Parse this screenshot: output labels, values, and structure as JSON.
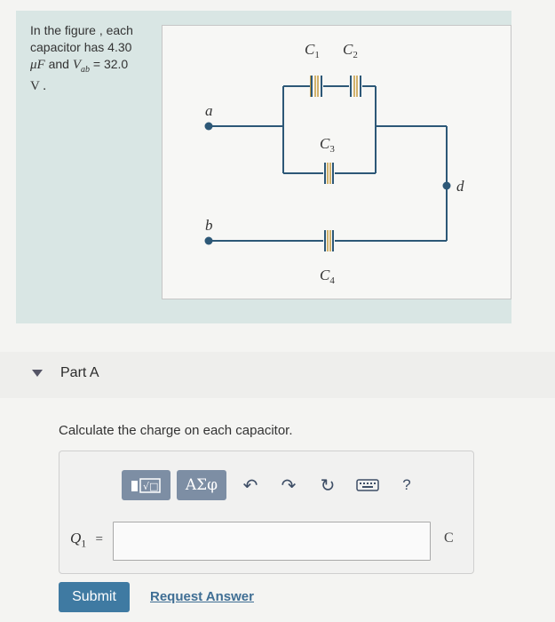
{
  "problem": {
    "text_lines": [
      "In the figure , each",
      "capacitor has 4.30",
      "and",
      "= 32.0"
    ],
    "unit_mu_f": "μF",
    "v_ab_symbol": "V",
    "v_ab_sub": "ab",
    "unit_v": "V .",
    "figure": {
      "c1": "C",
      "c1_sub": "1",
      "c2": "C",
      "c2_sub": "2",
      "c3": "C",
      "c3_sub": "3",
      "c4": "C",
      "c4_sub": "4",
      "node_a": "a",
      "node_b": "b",
      "node_d": "d"
    }
  },
  "part": {
    "label": "Part A"
  },
  "question": "Calculate the charge on each capacitor.",
  "toolbar": {
    "templates_icon": "template-icon",
    "symbols_label": "ΑΣφ",
    "undo_icon": "undo-icon",
    "redo_icon": "redo-icon",
    "reset_icon": "reset-icon",
    "keyboard_icon": "keyboard-icon",
    "help_label": "?"
  },
  "answer": {
    "label": "Q",
    "label_sub": "1",
    "equals": "=",
    "value": "",
    "unit": "C"
  },
  "actions": {
    "submit_label": "Submit",
    "request_label": "Request Answer"
  },
  "colors": {
    "panel_bg": "#d9e6e4",
    "accent_button": "#3f7aa2",
    "toolbar_button": "#7d8ea4",
    "link": "#3f6e94"
  }
}
